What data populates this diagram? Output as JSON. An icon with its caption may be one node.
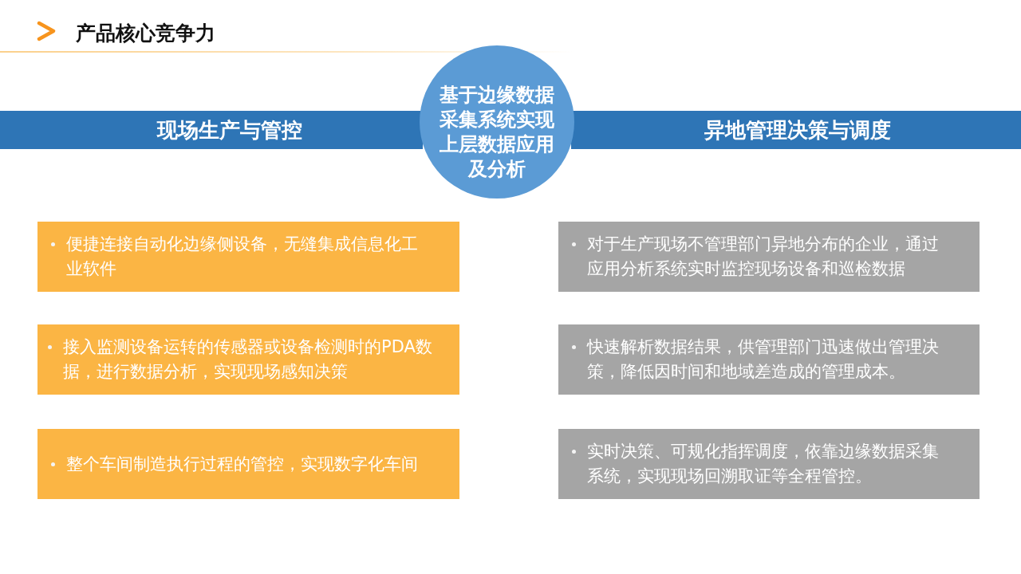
{
  "diagram": {
    "title": "产品核心竞争力",
    "nodes": [
      {
        "text": [
          "现场生产与管控"
        ]
      },
      {
        "text": [
          "基于边缘数据采集系统实现上层数据应用及分析"
        ]
      },
      {
        "text": [
          "异地管理决策与调度"
        ]
      },
      {
        "text": [
          "便捷连接自动化边缘侧设备，无缝集成信息化工业软件"
        ]
      },
      {
        "text": [
          "接入监测设备运转的传感器或设备检测时的PDA数据，进行数据分析，实现现场感知决策"
        ]
      },
      {
        "text": [
          "整个车间制造执行过程的管控，实现数字化车间"
        ]
      },
      {
        "text": [
          "对于生产现场不管理部门异地分布的企业，通过应用分析系统实时监控现场设备和巡检数据"
        ]
      },
      {
        "text": [
          "快速解析数据结果，供管理部门迅速做出管理决策，降低因时间和地域差造成的管理成本。"
        ]
      },
      {
        "text": [
          "实时决策、可规化指挥调度，依靠边缘数据采集系统，实现现场回溯取证等全程管控。"
        ]
      }
    ]
  }
}
